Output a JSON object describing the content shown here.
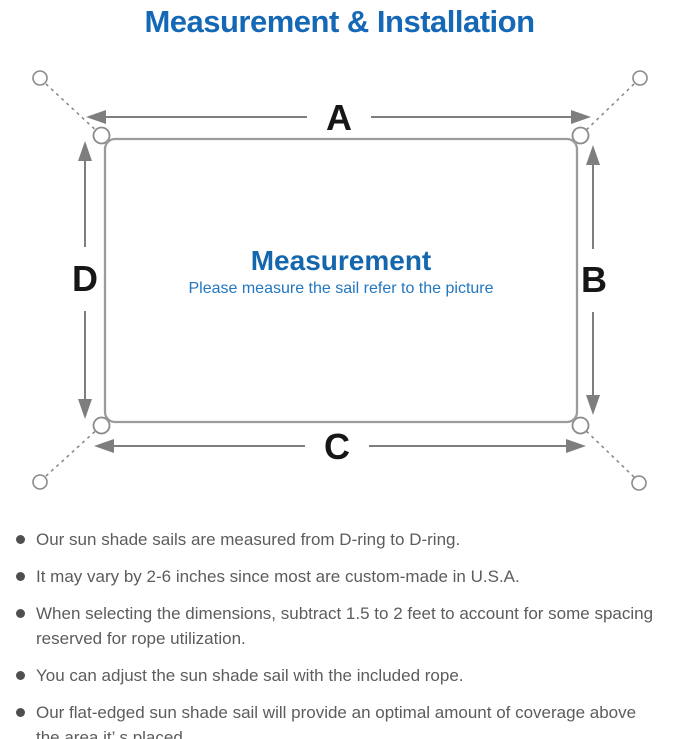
{
  "title": "Measurement & Installation",
  "diagram": {
    "label_top": "A",
    "label_right": "B",
    "label_bottom": "C",
    "label_left": "D",
    "inner_title": "Measurement",
    "inner_subtitle": "Please measure the sail refer to the picture"
  },
  "bullets": [
    "Our sun shade sails are measured from D-ring to D-ring.",
    "It may vary by 2-6 inches since most are custom-made in U.S.A.",
    "When selecting the dimensions, subtract 1.5 to 2 feet to account for some spacing reserved for rope utilization.",
    "You can adjust the sun shade sail with the included rope.",
    "Our flat-edged sun shade sail will provide an optimal amount of coverage above the area it’ s placed."
  ],
  "colors": {
    "heading_blue": "#1568b6",
    "inner_title_blue": "#1467ad",
    "subtitle_blue": "#2277c0",
    "line_gray": "#7e7e7e",
    "border_gray": "#9b9b9b",
    "label_black": "#161616",
    "body_text_gray": "#5c5c5c"
  }
}
